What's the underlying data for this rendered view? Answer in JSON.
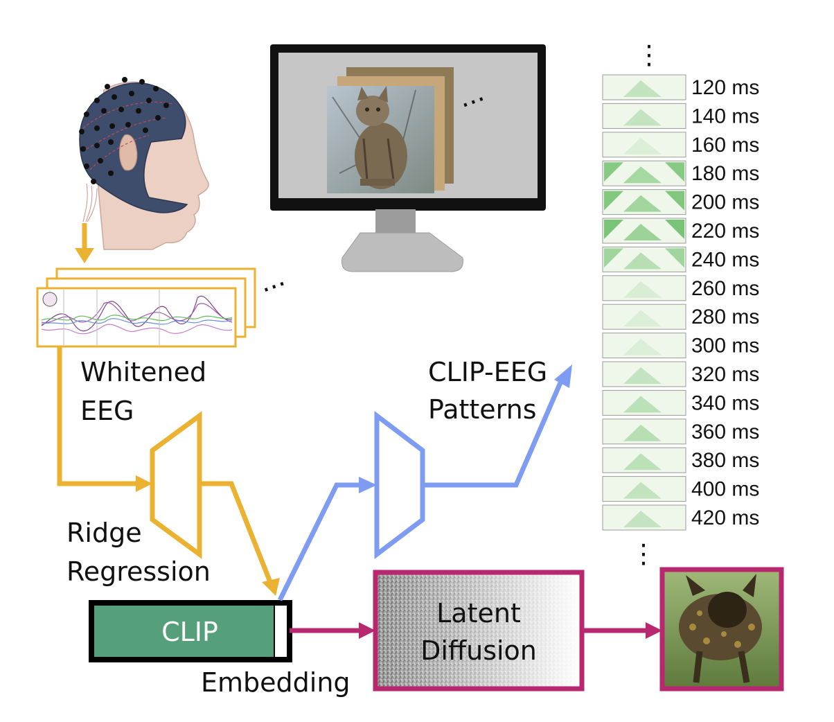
{
  "labels": {
    "whitened_line1": "Whitened",
    "whitened_line2": "EEG",
    "ridge_line1": "Ridge",
    "ridge_line2": "Regression",
    "clip": "CLIP",
    "embedding": "Embedding",
    "clip_eeg_line1": "CLIP-EEG",
    "clip_eeg_line2": "Patterns",
    "latent_line1": "Latent",
    "latent_line2": "Diffusion",
    "ellipsis_h": "...",
    "ellipsis_v": "⋮"
  },
  "timepoints": [
    "120 ms",
    "140 ms",
    "160 ms",
    "180 ms",
    "200 ms",
    "220 ms",
    "240 ms",
    "260 ms",
    "280 ms",
    "300 ms",
    "320 ms",
    "340 ms",
    "360 ms",
    "380 ms",
    "400 ms",
    "420 ms"
  ],
  "colors": {
    "eeg_path": "#EBB130",
    "clip_eeg_path": "#7E9CF2",
    "diffusion_path": "#B8286E",
    "clip_fill": "#55A07B",
    "topo_green": "#6DBE6A"
  }
}
